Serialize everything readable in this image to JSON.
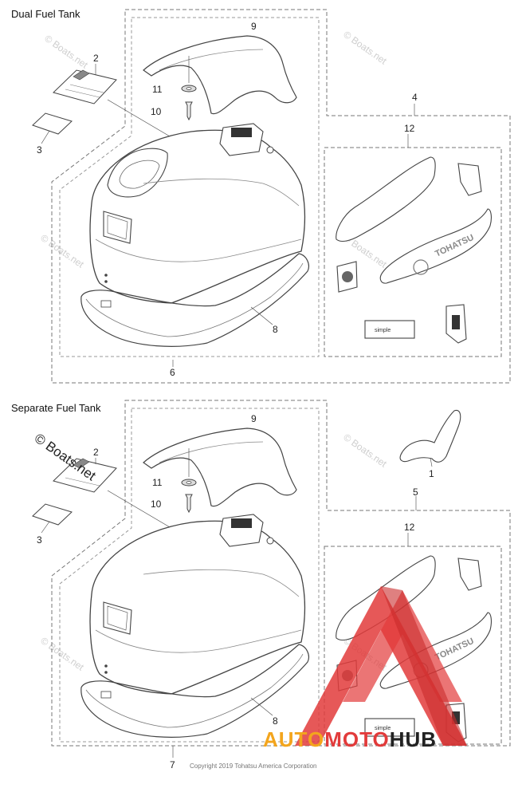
{
  "diagram": {
    "sections": [
      {
        "title": "Dual Fuel Tank"
      },
      {
        "title": "Separate Fuel Tank"
      }
    ],
    "callouts_top": [
      "9",
      "2",
      "11",
      "10",
      "3",
      "4",
      "12",
      "8",
      "6"
    ],
    "callouts_bottom": [
      "9",
      "2",
      "11",
      "10",
      "3",
      "1",
      "5",
      "12",
      "8",
      "7"
    ],
    "decal_brand": "TOHATSU",
    "decal_simple": "simple",
    "watermark": "© Boats.net",
    "watermark_large": "© Boats.net",
    "copyright": "Copyright 2019 Tohatsu America Corporation",
    "logo_text": {
      "part1": "AUTO",
      "part2": "MOTO",
      "part3": "HUB"
    },
    "colors": {
      "line": "#444444",
      "dash": "#777777",
      "logo_red": "#e23b3b",
      "logo_orange": "#f3a51d",
      "logo_dark": "#222222"
    }
  }
}
